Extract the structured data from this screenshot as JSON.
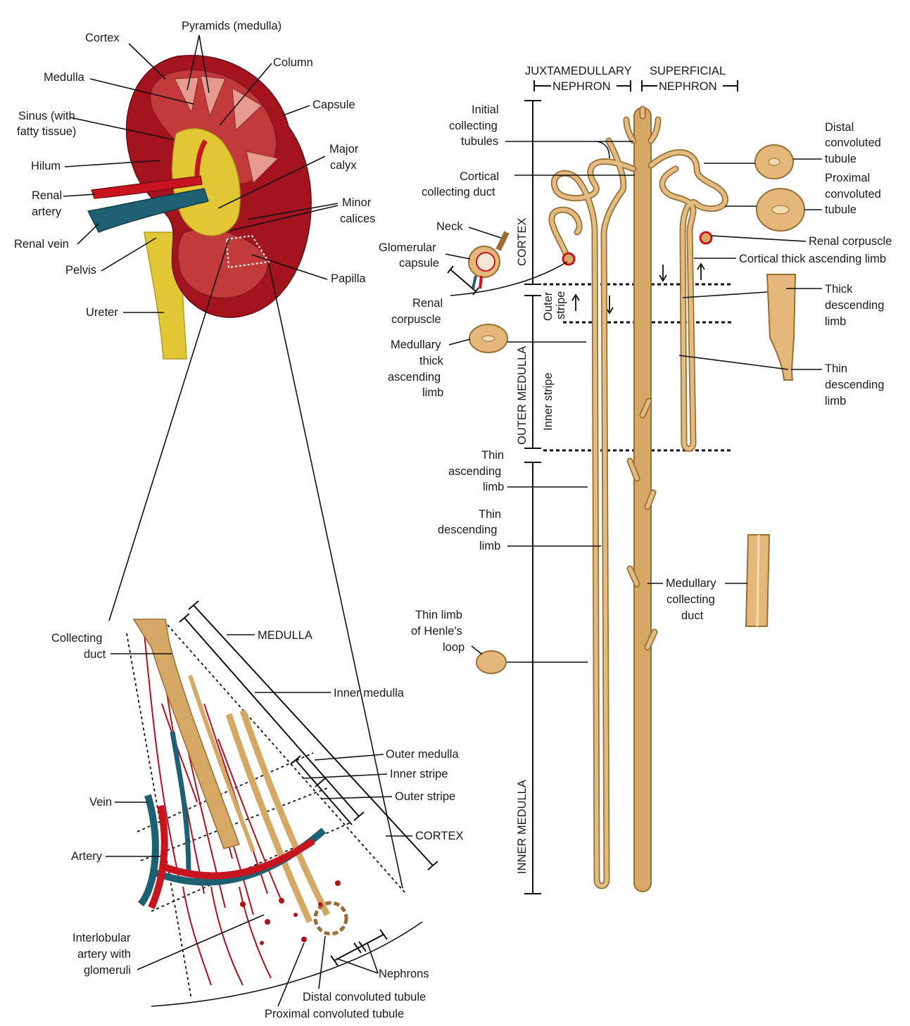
{
  "colors": {
    "cortex": "#a3141f",
    "medulla": "#c23a3a",
    "pelvis": "#e3c633",
    "artery": "#c8141e",
    "vein": "#1d5f73",
    "tubule": "#d6a866",
    "tubule_outline": "#9a6e33"
  },
  "kidney": {
    "cortex": "Cortex",
    "pyramids": "Pyramids (medulla)",
    "column": "Column",
    "medulla": "Medulla",
    "capsule": "Capsule",
    "sinus_1": "Sinus (with",
    "sinus_2": "fatty tissue)",
    "major_calyx_1": "Major",
    "major_calyx_2": "calyx",
    "hilum": "Hilum",
    "renal_artery_1": "Renal",
    "renal_artery_2": "artery",
    "minor_calices_1": "Minor",
    "minor_calices_2": "calices",
    "renal_vein": "Renal vein",
    "pelvis": "Pelvis",
    "papilla": "Papilla",
    "ureter": "Ureter"
  },
  "lobe": {
    "collecting_duct_1": "Collecting",
    "collecting_duct_2": "duct",
    "medulla": "MEDULLA",
    "inner_medulla": "Inner medulla",
    "outer_medulla": "Outer medulla",
    "inner_stripe": "Inner stripe",
    "outer_stripe": "Outer stripe",
    "cortex": "CORTEX",
    "vein": "Vein",
    "artery": "Artery",
    "interlobular_1": "Interlobular",
    "interlobular_2": "artery with",
    "interlobular_3": "glomeruli",
    "nephrons": "Nephrons",
    "distal": "Distal convoluted tubule",
    "proximal": "Proximal convoluted tubule"
  },
  "nephron": {
    "juxta": "JUXTAMEDULLARY",
    "superficial": "SUPERFICIAL",
    "nephron_a": "NEPHRON",
    "nephron_b": "NEPHRON",
    "initial_1": "Initial",
    "initial_2": "collecting",
    "initial_3": "tubules",
    "cortical_cd_1": "Cortical",
    "cortical_cd_2": "collecting duct",
    "neck": "Neck",
    "glomerular_1": "Glomerular",
    "glomerular_2": "capsule",
    "renal_corpuscle_1": "Renal",
    "renal_corpuscle_2": "corpuscle",
    "mtal_1": "Medullary",
    "mtal_2": "thick",
    "mtal_3": "ascending",
    "mtal_4": "limb",
    "thin_asc_1": "Thin",
    "thin_asc_2": "ascending",
    "thin_asc_3": "limb",
    "thin_desc_1": "Thin",
    "thin_desc_2": "descending",
    "thin_desc_3": "limb",
    "thin_limb_1": "Thin limb",
    "thin_limb_2": "of Henle's",
    "thin_limb_3": "loop",
    "zone_cortex": "CORTEX",
    "zone_outer_stripe_1": "Outer",
    "zone_outer_stripe_2": "stripe",
    "zone_outer_medulla": "OUTER MEDULLA",
    "zone_inner_stripe": "Inner stripe",
    "zone_inner_medulla": "INNER MEDULLA",
    "distal_1": "Distal",
    "distal_2": "convoluted",
    "distal_3": "tubule",
    "proximal_1": "Proximal",
    "proximal_2": "convoluted",
    "proximal_3": "tubule",
    "renal_corpuscle_r": "Renal corpuscle",
    "ctal": "Cortical thick ascending limb",
    "thick_desc_1": "Thick",
    "thick_desc_2": "descending",
    "thick_desc_3": "limb",
    "thin_desc_r_1": "Thin",
    "thin_desc_r_2": "descending",
    "thin_desc_r_3": "limb",
    "mcd_1": "Medullary",
    "mcd_2": "collecting",
    "mcd_3": "duct"
  }
}
